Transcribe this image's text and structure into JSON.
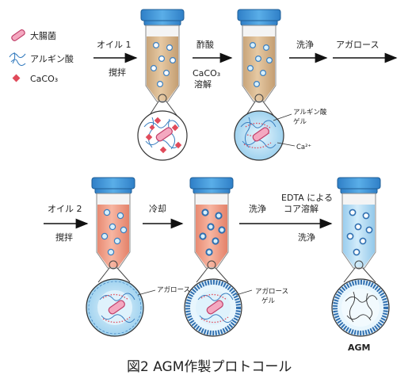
{
  "legend": {
    "ecoli": "大腸菌",
    "alginate": "アルギン酸",
    "caco3": "CaCO₃"
  },
  "steps": {
    "oil1": "オイル 1",
    "stir1": "撹拌",
    "acetic": "酢酸",
    "caco3_line1": "CaCO₃",
    "caco3_line2": "溶解",
    "wash1": "洗浄",
    "agarose": "アガロース",
    "oil2": "オイル 2",
    "stir2": "撹拌",
    "cool": "冷却",
    "wash2": "洗浄",
    "edta_line1": "EDTA による",
    "edta_line2": "コア溶解",
    "wash3": "洗浄"
  },
  "annotations": {
    "alginate_gel_line1": "アルギン酸",
    "alginate_gel_line2": "ゲル",
    "ca_ion": "Ca²⁺",
    "agarose": "アガロース",
    "agarose_gel_line1": "アガロース",
    "agarose_gel_line2": "ゲル",
    "agm": "AGM"
  },
  "caption": "図2 AGM作製プロトコール",
  "colors": {
    "cap_blue": "#3a8fd6",
    "tan_liquid": "#d9b98f",
    "salmon_liquid": "#f0a088",
    "light_blue_liquid": "#b3dbf2",
    "ecoli_pink": "#f4a8c0",
    "caco3_red": "#e04a5a"
  }
}
